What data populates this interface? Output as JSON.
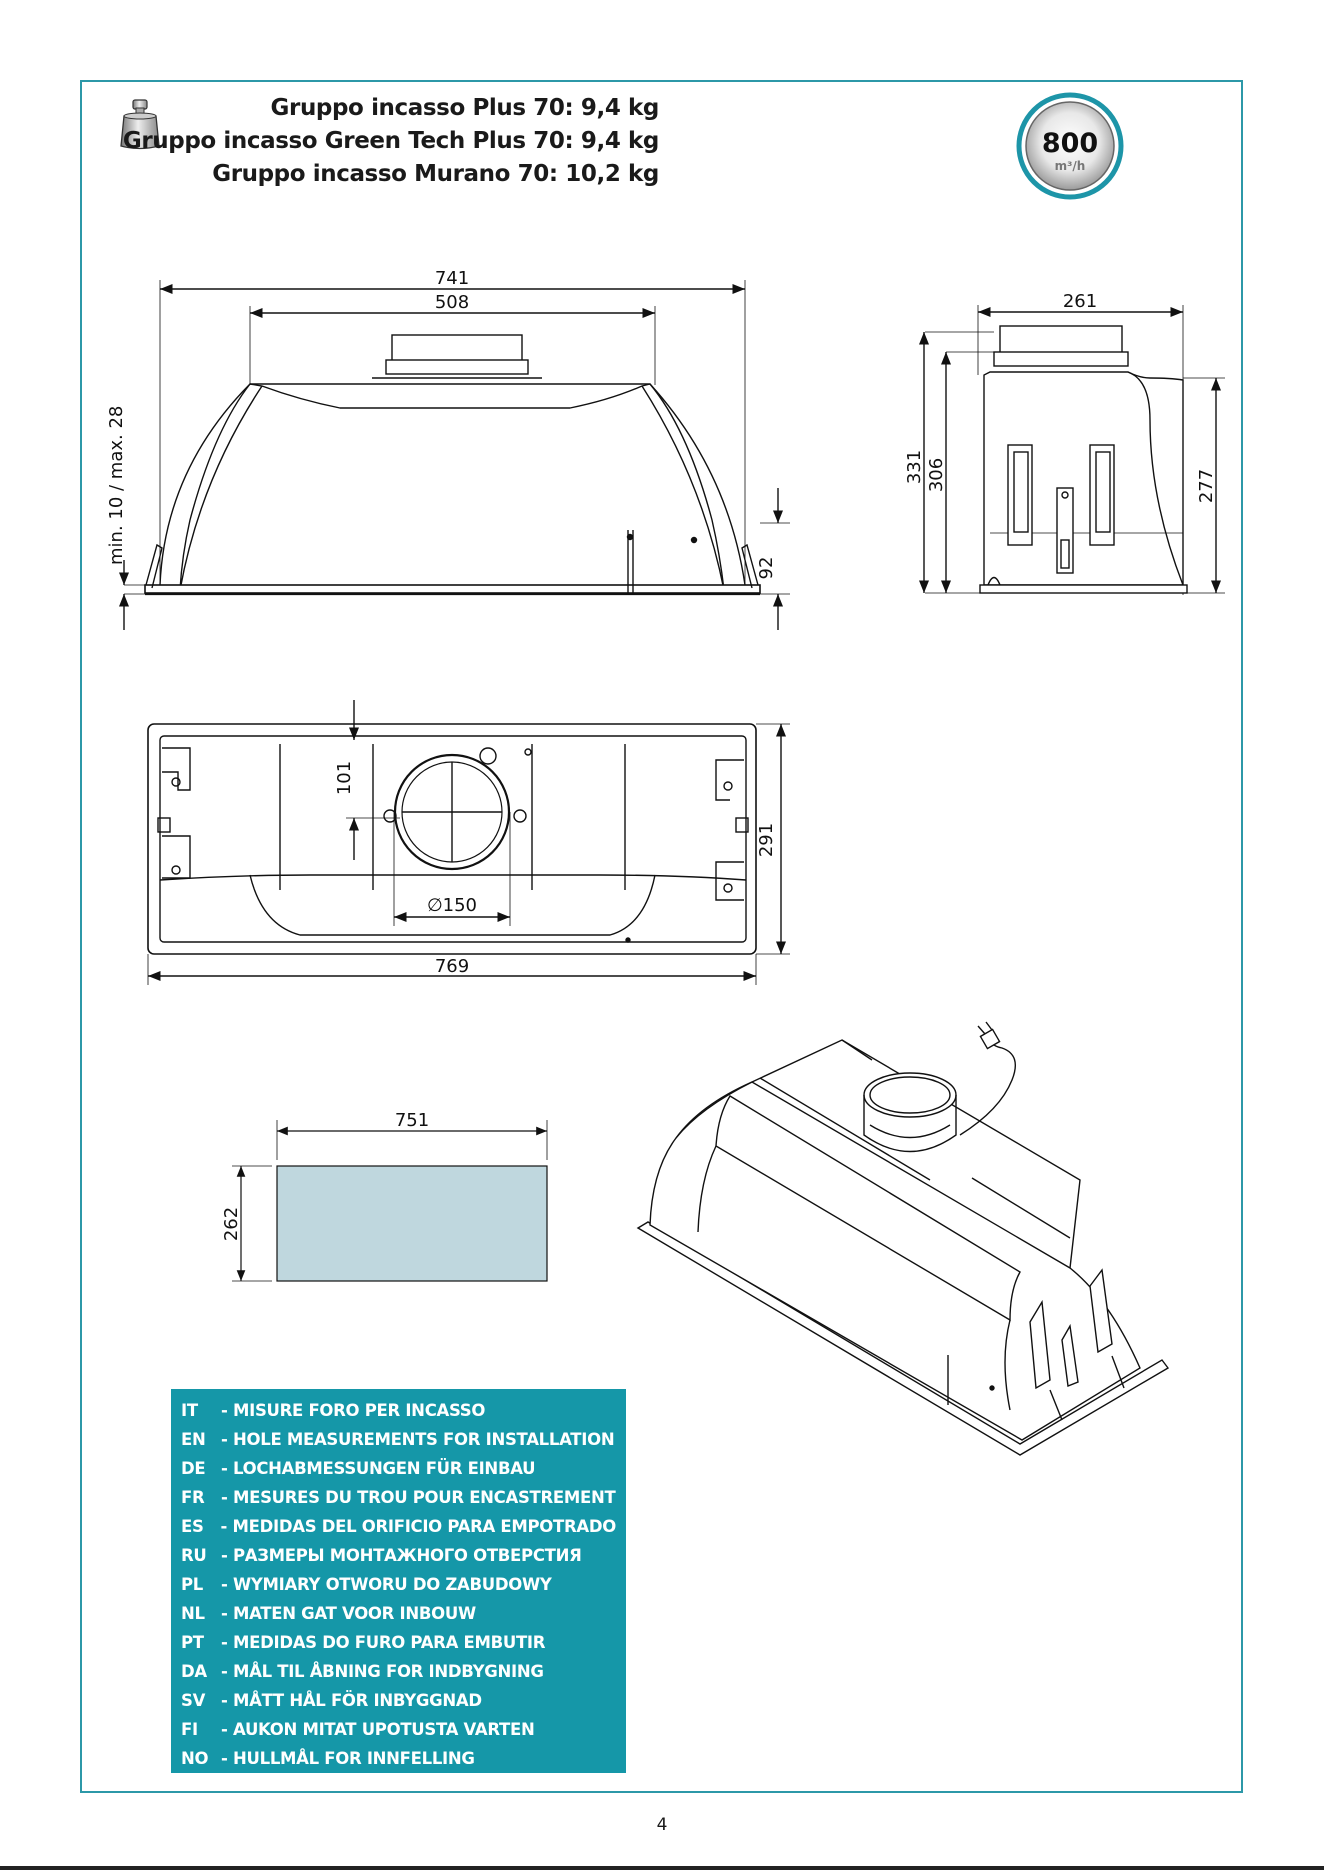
{
  "weights": [
    "Gruppo incasso Plus  70:   9,4 kg",
    "Gruppo incasso Green Tech Plus  70:   9,4 kg",
    "Gruppo incasso Murano 70: 10,2 kg"
  ],
  "airflow": {
    "value": "800",
    "unit": "m³/h"
  },
  "dimensions": {
    "front_width_total": "741",
    "front_width_inner": "508",
    "front_min_max": "min. 10 / max. 28",
    "front_flange_height": "92",
    "side_depth": "261",
    "side_height_total": "331",
    "side_height_mid": "306",
    "side_height_body": "277",
    "top_offset": "101",
    "top_diameter": "∅150",
    "top_depth": "291",
    "top_length": "769",
    "cutout_width": "751",
    "cutout_height": "262"
  },
  "hole_measurements": [
    {
      "code": "IT",
      "text": "- MISURE FORO PER INCASSO"
    },
    {
      "code": "EN",
      "text": "- HOLE MEASUREMENTS FOR INSTALLATION"
    },
    {
      "code": "DE",
      "text": "- LOCHABMESSUNGEN FÜR EINBAU"
    },
    {
      "code": "FR",
      "text": "- MESURES DU TROU POUR ENCASTREMENT"
    },
    {
      "code": "ES",
      "text": "- MEDIDAS DEL ORIFICIO PARA EMPOTRADO"
    },
    {
      "code": "RU",
      "text": "- РАЗМЕРЫ МОНТАЖНОГО ОТВЕРСТИЯ"
    },
    {
      "code": "PL",
      "text": "- WYMIARY OTWORU DO ZABUDOWY"
    },
    {
      "code": "NL",
      "text": "- MATEN GAT VOOR INBOUW"
    },
    {
      "code": "PT",
      "text": "- MEDIDAS DO FURO PARA EMBUTIR"
    },
    {
      "code": "DA",
      "text": "- MÅL TIL ÅBNING FOR INDBYGNING"
    },
    {
      "code": "SV",
      "text": "- MÅTT HÅL FÖR INBYGGNAD"
    },
    {
      "code": "FI",
      "text": "- AUKON MITAT UPOTUSTA VARTEN"
    },
    {
      "code": "NO",
      "text": "- HULLMÅL FOR INNFELLING"
    }
  ],
  "colors": {
    "frame": "#2c98a8",
    "label_box": "#1597a8",
    "cutout_fill": "#bfd7de"
  },
  "page_number": "4"
}
